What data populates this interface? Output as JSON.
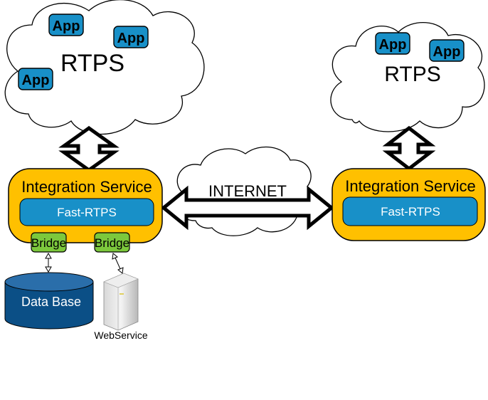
{
  "left_cloud": {
    "title": "RTPS",
    "apps": [
      "App",
      "App",
      "App"
    ]
  },
  "right_cloud": {
    "title": "RTPS",
    "apps": [
      "App",
      "App"
    ]
  },
  "internet": {
    "label": "INTERNET"
  },
  "left_service": {
    "title": "Integration Service",
    "inner": "Fast-RTPS",
    "bridges": [
      "Bridge",
      "Bridge"
    ]
  },
  "right_service": {
    "title": "Integration Service",
    "inner": "Fast-RTPS"
  },
  "database": {
    "label": "Data Base"
  },
  "webservice": {
    "label": "WebService"
  },
  "colors": {
    "service_fill": "#ffc000",
    "blue": "#1890c8",
    "bridge_green": "#7cc83c",
    "db_blue": "#0b4f86"
  }
}
